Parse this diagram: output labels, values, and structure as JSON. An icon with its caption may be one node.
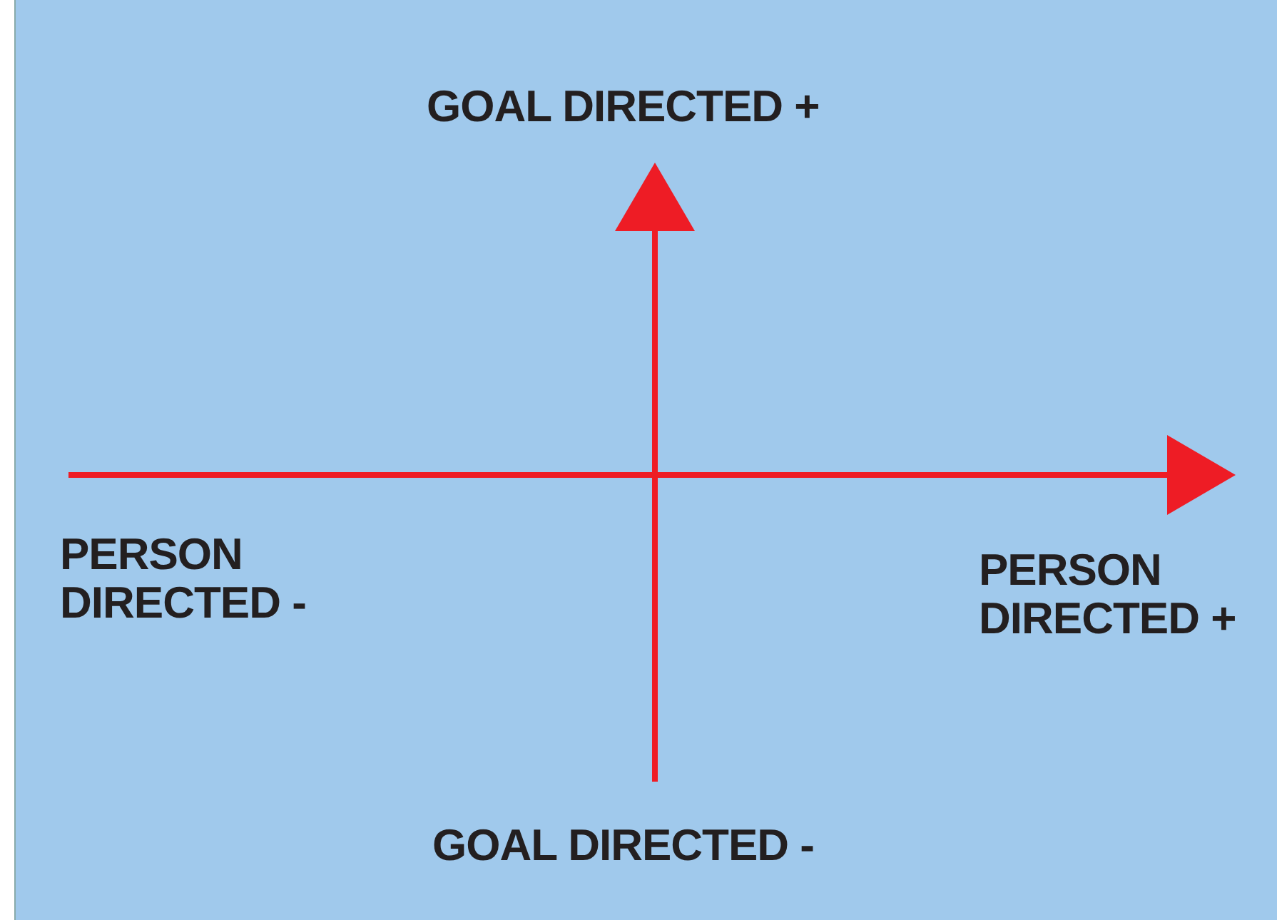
{
  "diagram": {
    "labels": [
      "GOAL DIRECTED +",
      "PERSON DIRECTED -",
      "PERSON DIRECTED +",
      "GOAL DIRECTED -"
    ]
  }
}
